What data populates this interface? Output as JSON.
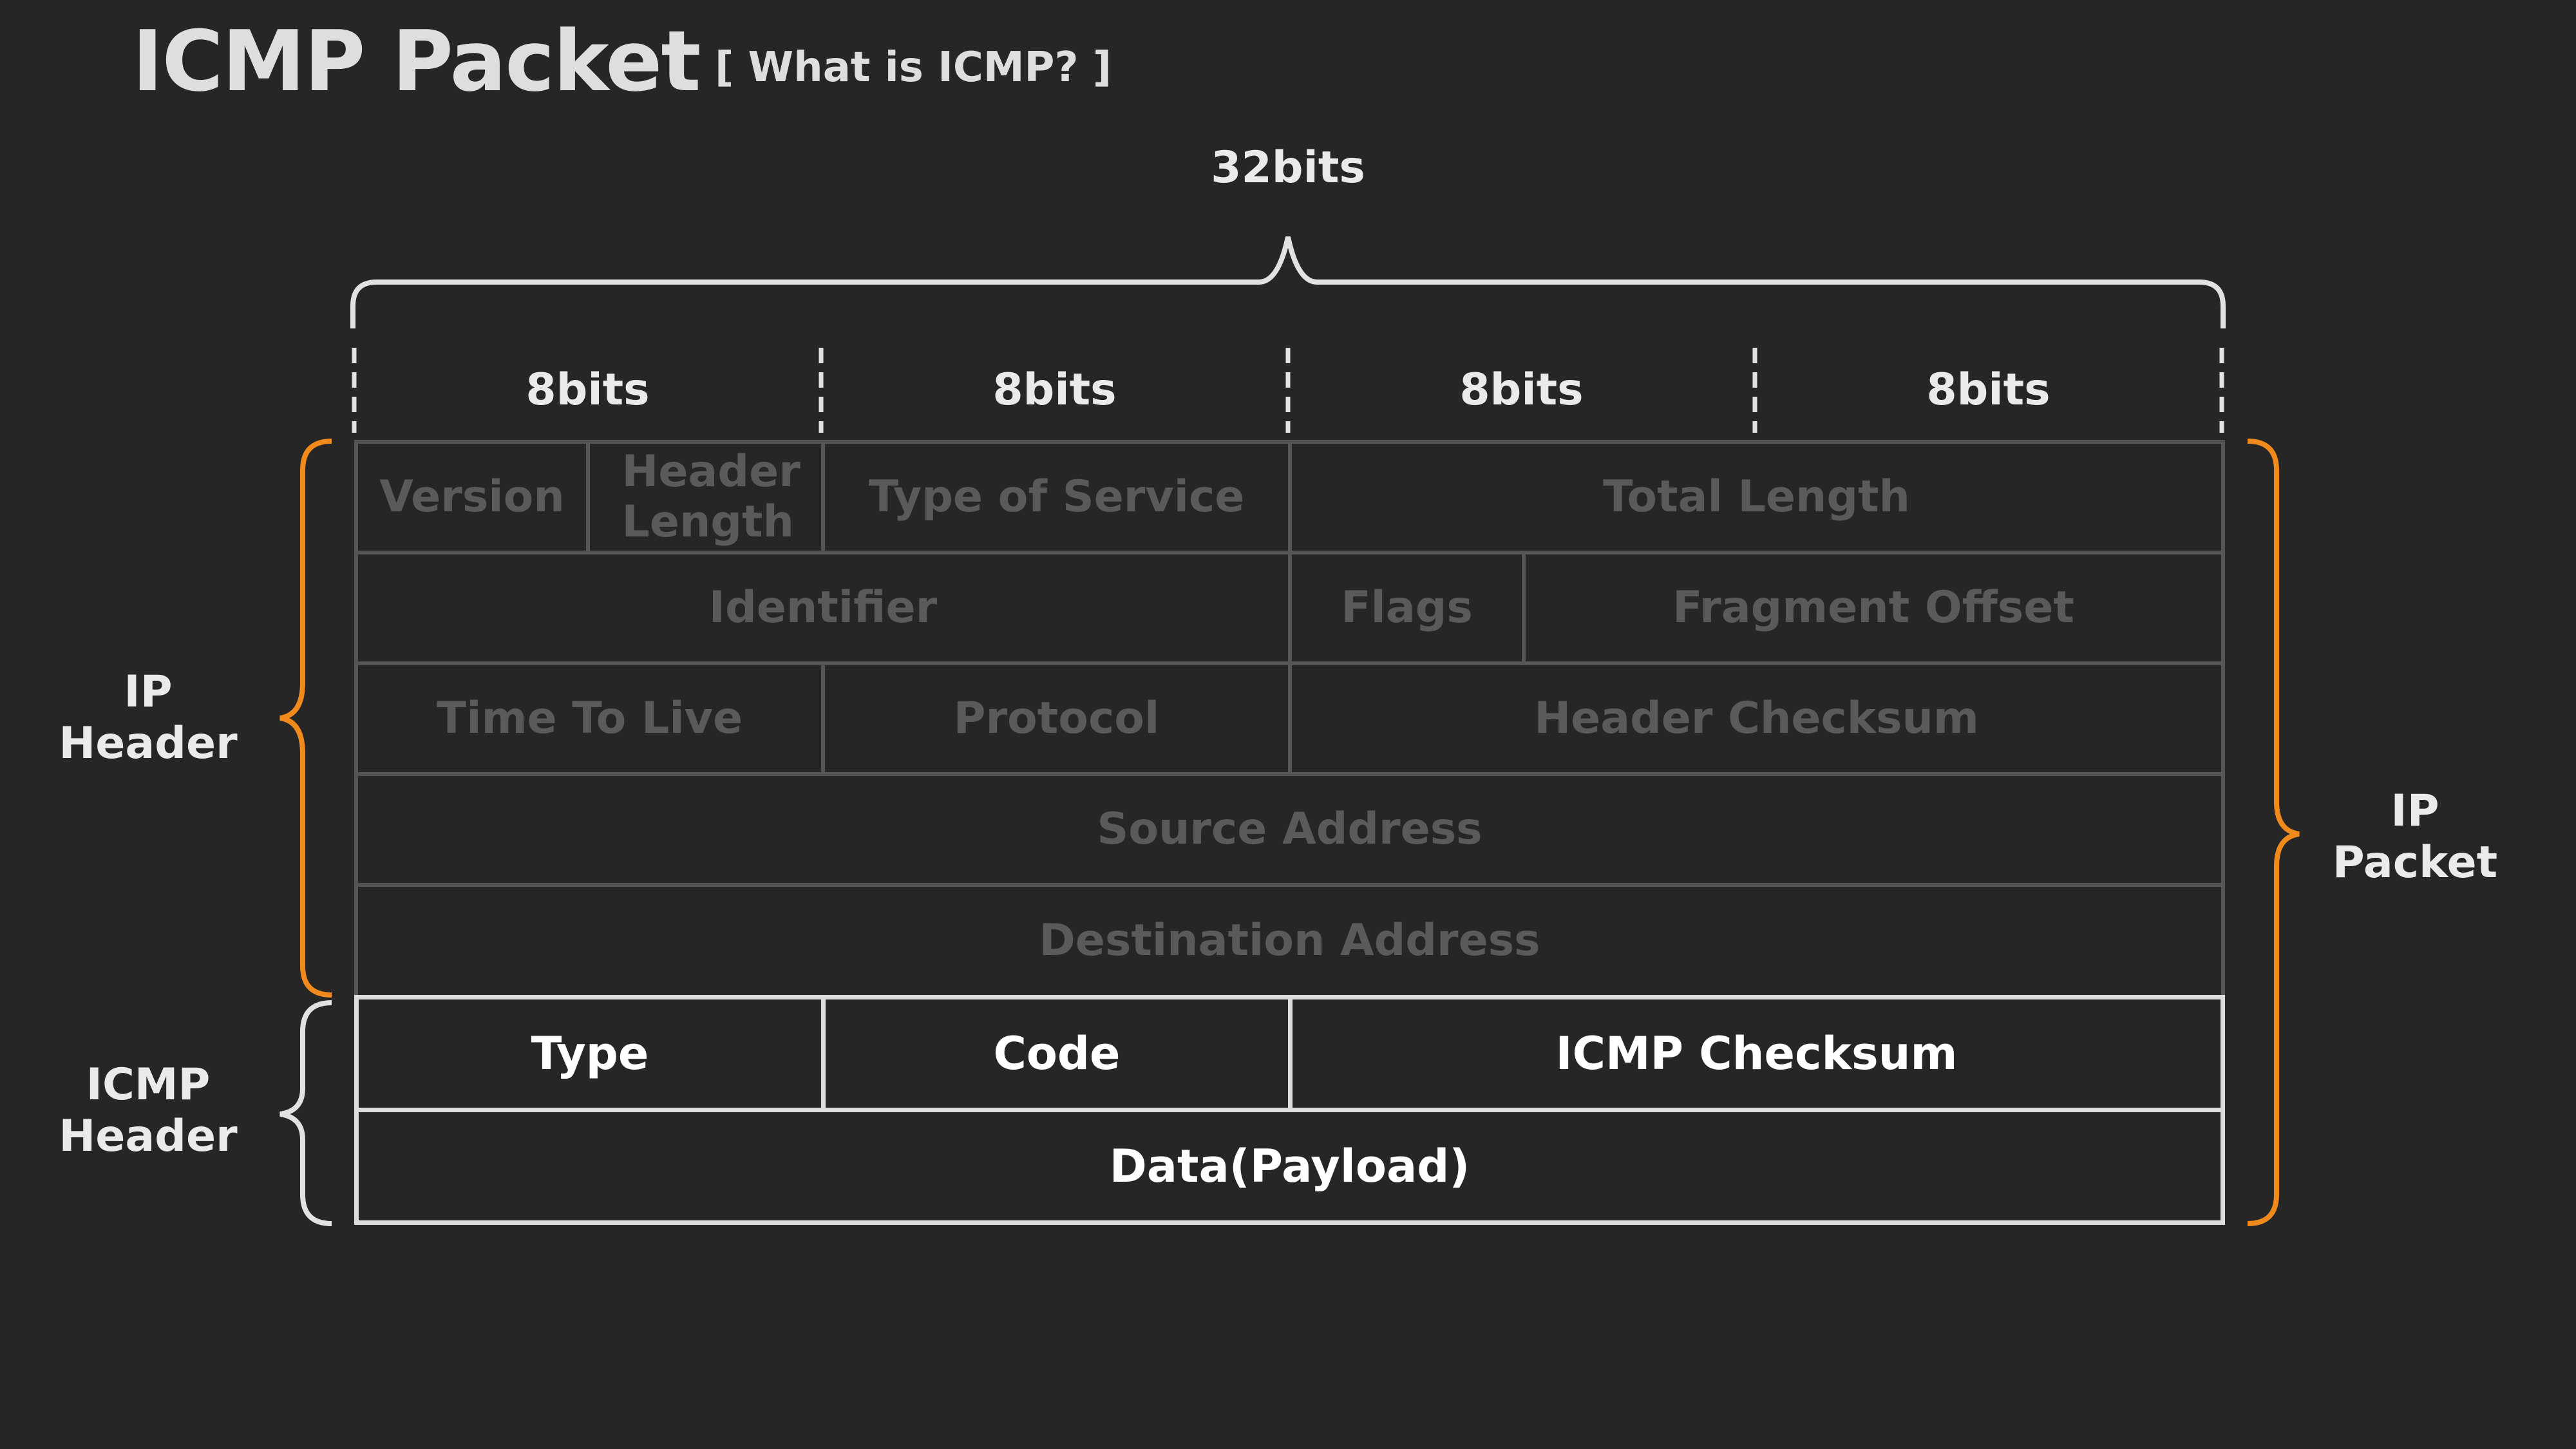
{
  "header": {
    "title": "ICMP Packet",
    "subtitle": "[ What is ICMP? ]"
  },
  "width_labels": {
    "total": "32bits",
    "octets": [
      "8bits",
      "8bits",
      "8bits",
      "8bits"
    ]
  },
  "ip_header": {
    "rows": [
      [
        "Version",
        "Header Length",
        "Type of Service",
        "Total Length"
      ],
      [
        "Identifier",
        "Flags",
        "Fragment Offset"
      ],
      [
        "Time To Live",
        "Protocol",
        "Header Checksum"
      ],
      [
        "Source Address"
      ],
      [
        "Destination Address"
      ]
    ]
  },
  "icmp_header": {
    "rows": [
      [
        "Type",
        "Code",
        "ICMP Checksum"
      ],
      [
        "Data(Payload)"
      ]
    ]
  },
  "brackets": {
    "ip_header_line1": "IP",
    "ip_header_line2": "Header",
    "icmp_header_line1": "ICMP",
    "icmp_header_line2": "Header",
    "ip_packet_line1": "IP",
    "ip_packet_line2": "Packet"
  },
  "colors": {
    "background": "#262626",
    "accent_orange": "#f08a1c",
    "ip_field_border": "#555555",
    "ip_field_text": "#5a5a5a",
    "icmp_field_border": "#dcdcdc",
    "label_text": "#eaeaea"
  }
}
